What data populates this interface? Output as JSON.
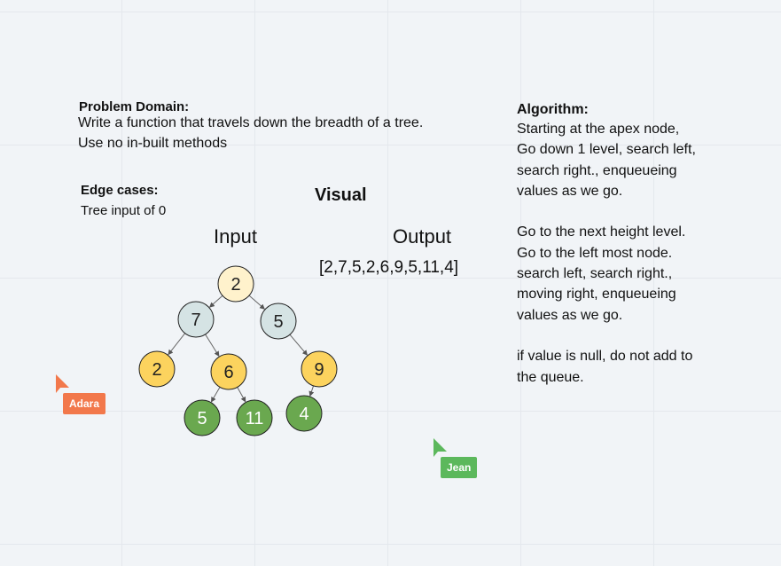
{
  "problem": {
    "heading": "Problem Domain:",
    "line1": "Write a function that travels down the breadth of a tree.",
    "line2": "Use no in-built methods"
  },
  "edge": {
    "heading": "Edge cases:",
    "text": "Tree input of 0"
  },
  "visual": {
    "title": "Visual",
    "input_label": "Input",
    "output_label": "Output",
    "output_value": "[2,7,5,2,6,9,5,11,4]"
  },
  "tree": {
    "nodes": [
      {
        "id": "root",
        "value": "2",
        "color": "#fff2cc"
      },
      {
        "id": "l",
        "value": "7",
        "color": "#d5e3e4"
      },
      {
        "id": "r",
        "value": "5",
        "color": "#d5e3e4"
      },
      {
        "id": "ll",
        "value": "2",
        "color": "#fcd35e"
      },
      {
        "id": "lr",
        "value": "6",
        "color": "#fcd35e"
      },
      {
        "id": "rr",
        "value": "9",
        "color": "#fcd35e"
      },
      {
        "id": "lrl",
        "value": "5",
        "color": "#6aa84f"
      },
      {
        "id": "lrr",
        "value": "11",
        "color": "#6aa84f"
      },
      {
        "id": "rrl",
        "value": "4",
        "color": "#6aa84f"
      }
    ],
    "edges": [
      [
        "root",
        "l"
      ],
      [
        "root",
        "r"
      ],
      [
        "l",
        "ll"
      ],
      [
        "l",
        "lr"
      ],
      [
        "r",
        "rr"
      ],
      [
        "lr",
        "lrl"
      ],
      [
        "lr",
        "lrr"
      ],
      [
        "rr",
        "rrl"
      ]
    ]
  },
  "algorithm": {
    "heading": "Algorithm:",
    "lines": [
      "Starting at the apex node,",
      "Go down 1 level, search left,",
      "search right., enqueueing",
      "values as we go.",
      "",
      "Go to the next height level.",
      "Go to the left most node.",
      "search left, search right.,",
      "moving right, enqueueing",
      "values as we go.",
      "",
      "if value is null, do not add to",
      "the queue."
    ]
  },
  "collaborators": [
    {
      "name": "Adara",
      "color": "#f2784b"
    },
    {
      "name": "Jean",
      "color": "#5cb85c"
    }
  ]
}
